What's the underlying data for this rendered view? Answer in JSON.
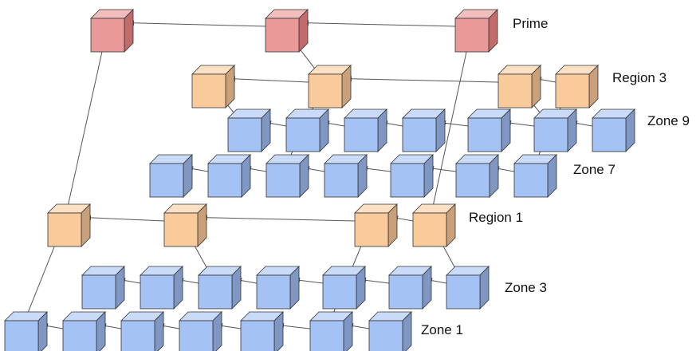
{
  "colors": {
    "prime_front": "#ea9999",
    "prime_top": "#f2bdbd",
    "prime_side": "#c26b6b",
    "region_front": "#f9cb9c",
    "region_top": "#fbe0c4",
    "region_side": "#c9a07a",
    "zone_front": "#a4c2f4",
    "zone_top": "#c9dbf8",
    "zone_side": "#7f97c2",
    "stroke": "#333333",
    "line": "#555555"
  },
  "tiers": {
    "prime": {
      "label": "Prime",
      "count": 3
    },
    "region_3": {
      "label": "Region 3",
      "count": 4
    },
    "zone_9": {
      "label": "Zone 9",
      "count": 7
    },
    "zone_7": {
      "label": "Zone 7",
      "count": 7
    },
    "region_1": {
      "label": "Region 1",
      "count": 4
    },
    "zone_3": {
      "label": "Zone 3",
      "count": 7
    },
    "zone_1": {
      "label": "Zone 1",
      "count": 7
    }
  }
}
